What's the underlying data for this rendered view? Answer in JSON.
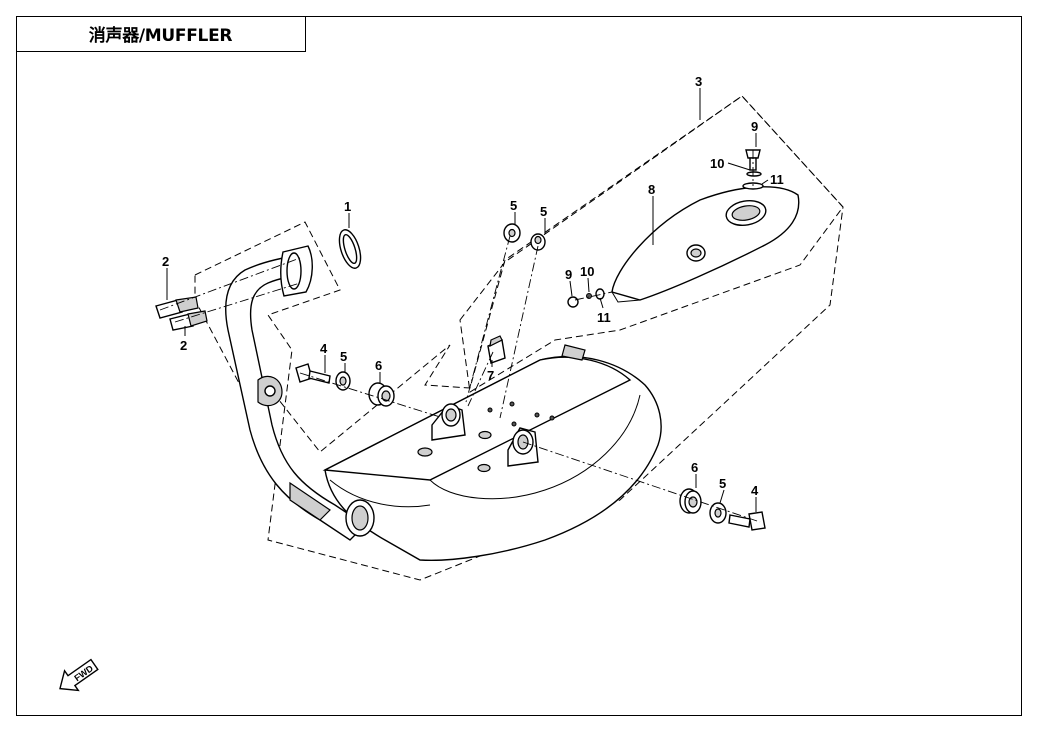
{
  "title": "消声器/MUFFLER",
  "callouts": {
    "c1": "1",
    "c2a": "2",
    "c2b": "2",
    "c3": "3",
    "c4a": "4",
    "c4b": "4",
    "c5a": "5",
    "c5b": "5",
    "c5c": "5",
    "c5d": "5",
    "c6a": "6",
    "c6b": "6",
    "c7": "7",
    "c8": "8",
    "c9a": "9",
    "c9b": "9",
    "c10a": "10",
    "c10b": "10",
    "c11a": "11",
    "c11b": "11"
  },
  "fwd_label": "FWD",
  "colors": {
    "line": "#000000",
    "shade": "#cfcfcf",
    "background": "#ffffff"
  }
}
